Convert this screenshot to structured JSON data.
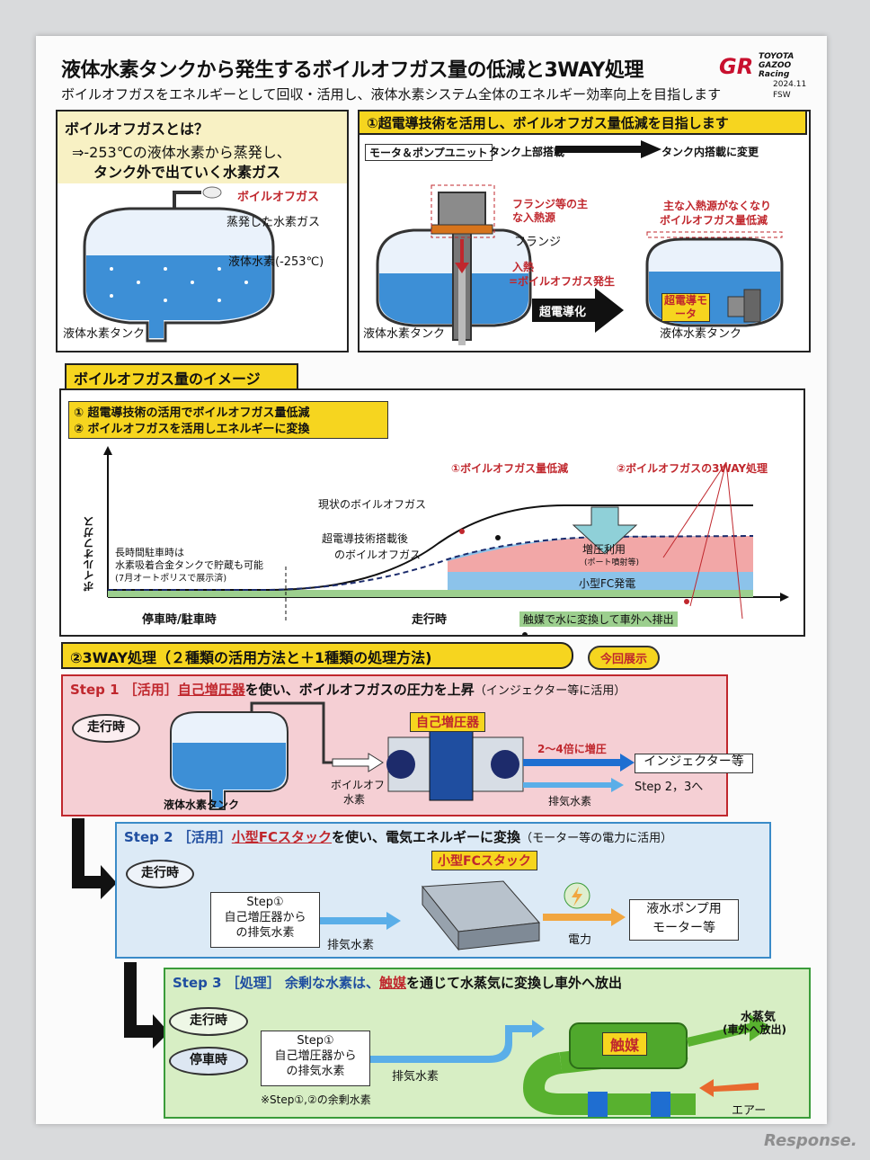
{
  "header": {
    "title": "液体水素タンクから発生するボイルオフガス量の低減と3WAY処理",
    "subtitle": "ボイルオフガスをエネルギーとして回収・活用し、液体水素システム全体のエネルギー効率向上を目指します",
    "logo_mark": "GR",
    "brand_lines": [
      "TOYOTA",
      "GAZOO",
      "Racing"
    ],
    "date": "2024.11",
    "event": "FSW"
  },
  "what_is": {
    "heading": "ボイルオフガスとは？",
    "line1": "⇒-253℃の液体水素から蒸発し、",
    "line2": "タンク外で出ていく水素ガス",
    "label_bog": "ボイルオフガス",
    "label_gas": "蒸発した水素ガス",
    "label_liquid": "液体水素(-253℃)",
    "label_tank": "液体水素タンク"
  },
  "superconduct": {
    "heading": "①超電導技術を活用し、ボイルオフガス量低減を目指します",
    "unit_label": "モータ＆ポンプユニット",
    "top_mount": "タンク上部搭載",
    "in_tank": "タンク内搭載に変更",
    "flange_source": "フランジ等の主な入熱源",
    "flange": "フランジ",
    "heat_in": "入熱",
    "heat_in2": "=ボイルオフガス発生",
    "sc_arrow": "超電導化",
    "no_source": "主な入熱源がなくなり",
    "reduced": "ボイルオフガス量低減",
    "sc_motor": "超電導モータ",
    "tank_left": "液体水素タンク",
    "tank_right": "液体水素タンク"
  },
  "image_section": {
    "heading": "ボイルオフガス量のイメージ",
    "point1": "① 超電導技術の活用でボイルオフガス量低減",
    "point2": "② ボイルオフガスを活用しエネルギーに変換",
    "ann_reduce": "①ボイルオフガス量低減",
    "ann_3way": "②ボイルオフガスの3WAY処理",
    "ann_current": "現状のボイルオフガス",
    "ann_after1": "超電導技術搭載後",
    "ann_after2": "のボイルオフガス",
    "ylabel": "ボイルオフガス",
    "parked1": "長時間駐車時は",
    "parked2": "水素吸着合金タンクで貯蔵も可能",
    "parked3": "(7月オートポリスで展示済)",
    "band_pressure": "増圧利用",
    "band_pressure_sub": "(ポート噴射等)",
    "band_fc": "小型FC発電",
    "band_cat": "触媒で水に変換して車外へ排出",
    "x_stop": "停車時/駐車時",
    "x_drive": "走行時"
  },
  "way3": {
    "heading": "②3WAY処理（２種類の活用方法と＋1種類の処理方法)",
    "badge": "今回展示"
  },
  "step1": {
    "title_a": "Step 1 ［活用］",
    "title_b": "自己増圧器",
    "title_c": "を使い、ボイルオフガスの圧力を上昇",
    "title_d": "（インジェクター等に活用）",
    "mode": "走行時",
    "tank": "液体水素タンク",
    "bog1": "ボイルオフ",
    "bog2": "水素",
    "booster": "自己増圧器",
    "ratio": "2～4倍に増圧",
    "injector": "インジェクター等",
    "exhaust": "排気水素",
    "next": "Step 2，3へ"
  },
  "step2": {
    "title_a": "Step 2 ［活用］",
    "title_b": "小型FCスタック",
    "title_c": "を使い、電気エネルギーに変換",
    "title_d": "（モーター等の電力に活用）",
    "mode": "走行時",
    "src1": "Step①",
    "src2": "自己増圧器から",
    "src3": "の排気水素",
    "exhaust": "排気水素",
    "stack": "小型FCスタック",
    "power": "電力",
    "dest1": "液水ポンプ用",
    "dest2": "モーター等"
  },
  "step3": {
    "title_a": "Step 3 ［処理］ 余剰な水素は、",
    "title_b": "触媒",
    "title_c": "を通じて水蒸気に変換し車外へ放出",
    "mode1": "走行時",
    "mode2": "停車時",
    "src1": "Step①",
    "src2": "自己増圧器から",
    "src3": "の排気水素",
    "note": "※Step①,②の余剰水素",
    "exhaust": "排気水素",
    "catalyst": "触媒",
    "steam1": "水蒸気",
    "steam2": "(車外へ放出)",
    "air": "エアー"
  },
  "watermark": "Response."
}
